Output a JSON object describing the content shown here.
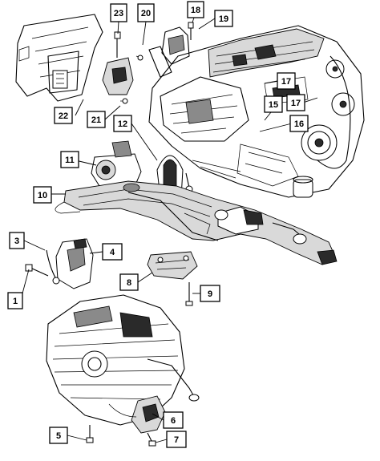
{
  "callouts": [
    {
      "id": "c23",
      "label": "23"
    },
    {
      "id": "c20",
      "label": "20"
    },
    {
      "id": "c18",
      "label": "18"
    },
    {
      "id": "c19",
      "label": "19"
    },
    {
      "id": "c17a",
      "label": "17"
    },
    {
      "id": "c22",
      "label": "22"
    },
    {
      "id": "c21",
      "label": "21"
    },
    {
      "id": "c12",
      "label": "12"
    },
    {
      "id": "c15",
      "label": "15"
    },
    {
      "id": "c17b",
      "label": "17"
    },
    {
      "id": "c16",
      "label": "16"
    },
    {
      "id": "c11",
      "label": "11"
    },
    {
      "id": "c10",
      "label": "10"
    },
    {
      "id": "c3",
      "label": "3"
    },
    {
      "id": "c4",
      "label": "4"
    },
    {
      "id": "c8",
      "label": "8"
    },
    {
      "id": "c9",
      "label": "9"
    },
    {
      "id": "c1",
      "label": "1"
    },
    {
      "id": "c6",
      "label": "6"
    },
    {
      "id": "c5",
      "label": "5"
    },
    {
      "id": "c7",
      "label": "7"
    }
  ]
}
